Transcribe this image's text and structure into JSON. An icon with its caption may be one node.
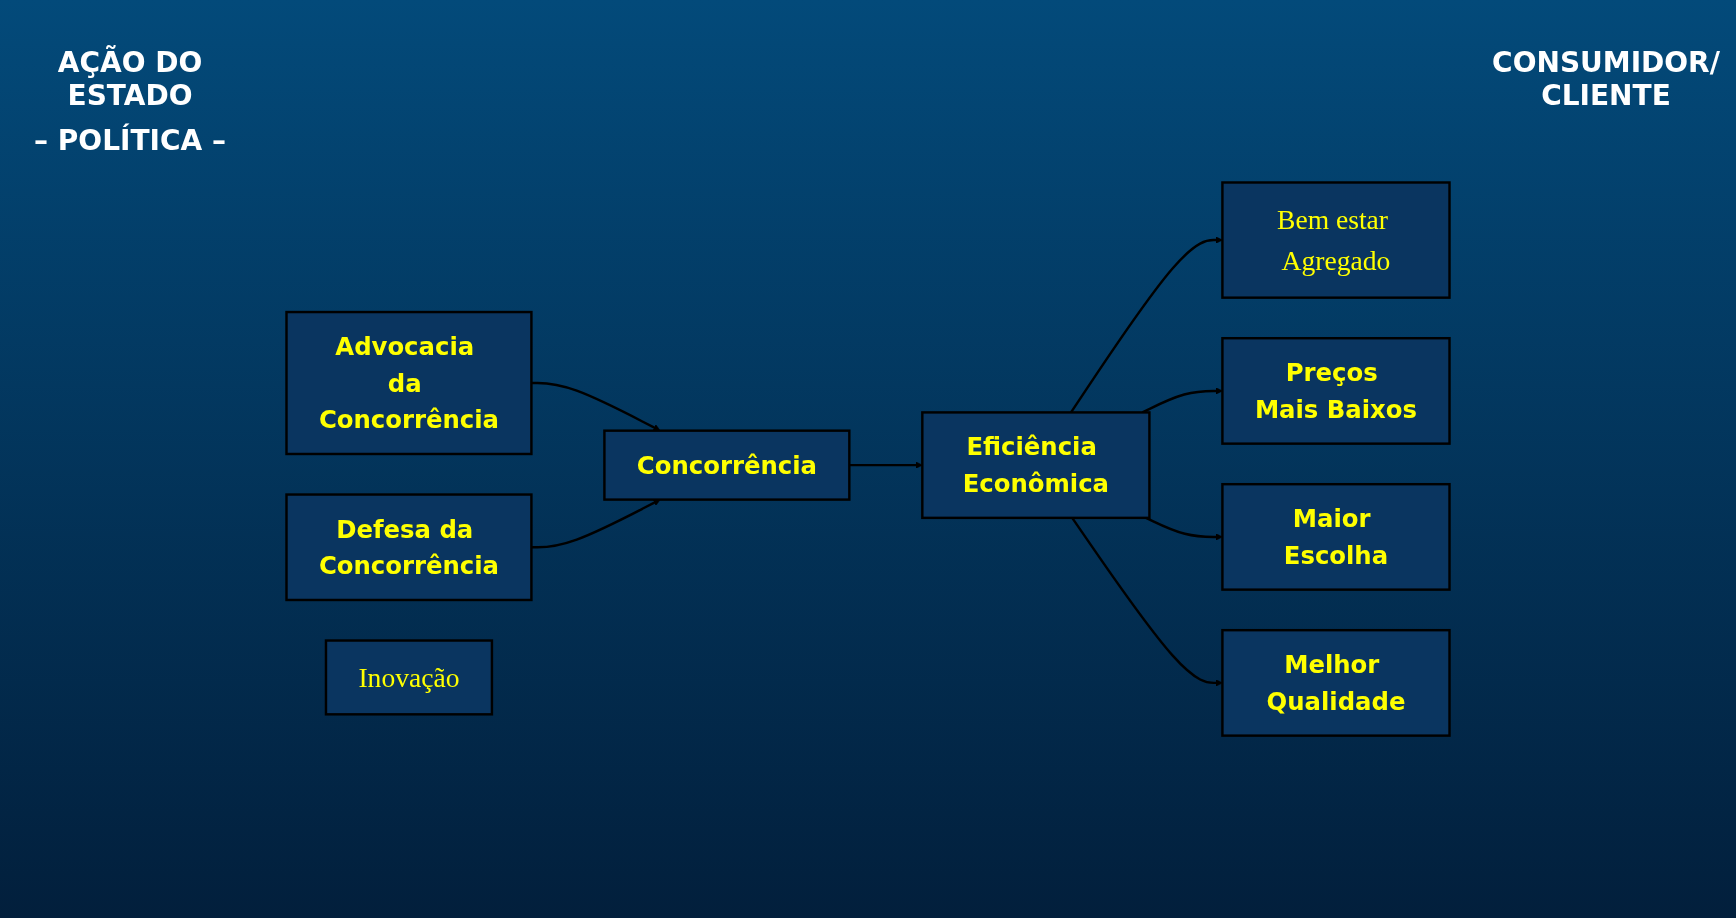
{
  "diagram": {
    "nodes": [
      {
        "text": [
          "Advocacia da Concorrência"
        ]
      },
      {
        "text": [
          "Defesa da Concorrência"
        ]
      },
      {
        "text": [
          "Concorrência"
        ]
      },
      {
        "text": [
          "Eficiência Econômica"
        ]
      },
      {
        "text": [
          "Bem estar Agregado"
        ]
      },
      {
        "text": [
          "Preços Mais Baixos"
        ]
      },
      {
        "text": [
          "Maior Escolha"
        ]
      },
      {
        "text": [
          "Melhor Qualidade"
        ]
      },
      {
        "text": [
          "Inovação"
        ]
      }
    ],
    "edges": [
      {
        "from": 0,
        "to": 2,
        "arrow": "to"
      },
      {
        "from": 1,
        "to": 2,
        "arrow": "to"
      },
      {
        "from": 2,
        "to": 3,
        "arrow": "to"
      },
      {
        "from": 3,
        "to": 4,
        "arrow": "to"
      },
      {
        "from": 3,
        "to": 5,
        "arrow": "to"
      },
      {
        "from": 3,
        "to": 6,
        "arrow": "to"
      },
      {
        "from": 3,
        "to": 7,
        "arrow": "to"
      }
    ],
    "labels": [
      "AÇÃO DO ESTADO",
      "– POLÍTICA –",
      "CONSUMIDOR/ CLIENTE"
    ]
  }
}
